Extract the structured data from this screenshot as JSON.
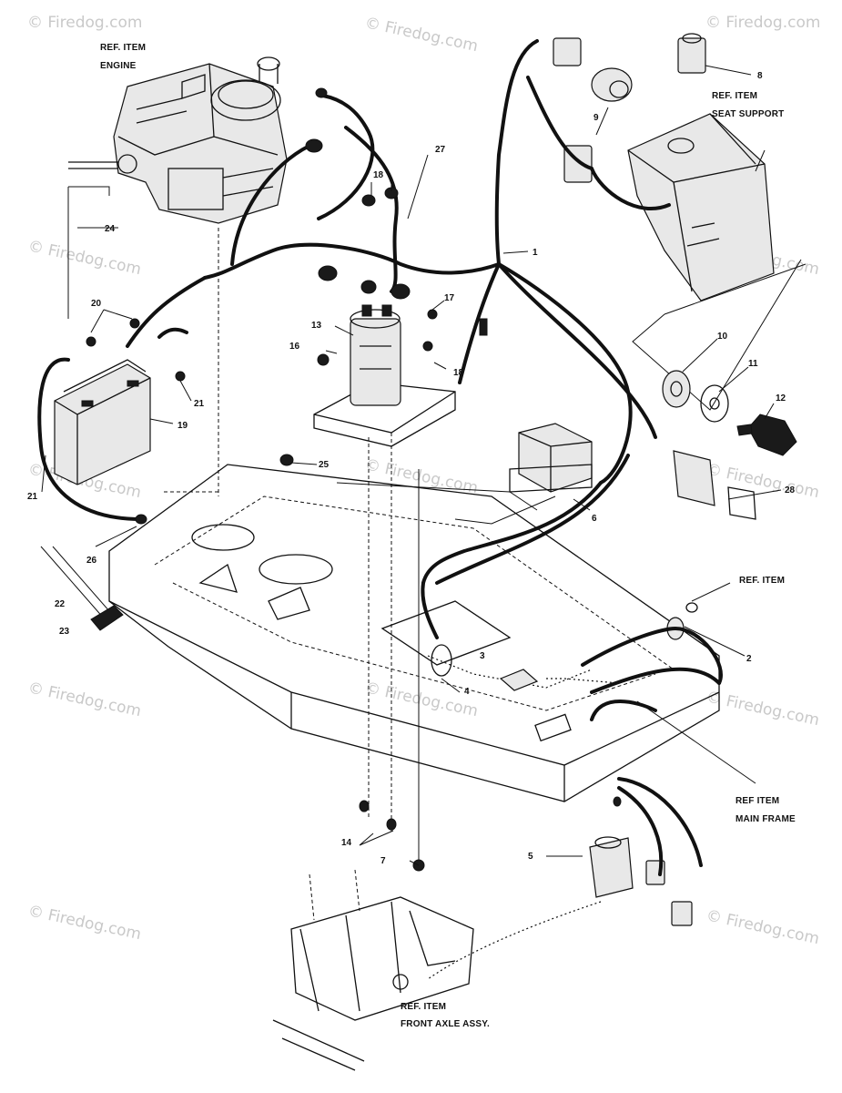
{
  "diagram": {
    "callouts": [
      {
        "id": "1",
        "text": "1"
      },
      {
        "id": "2",
        "text": "2"
      },
      {
        "id": "3",
        "text": "3"
      },
      {
        "id": "4",
        "text": "4"
      },
      {
        "id": "5",
        "text": "5"
      },
      {
        "id": "6",
        "text": "6"
      },
      {
        "id": "7",
        "text": "7"
      },
      {
        "id": "8",
        "text": "8"
      },
      {
        "id": "9",
        "text": "9"
      },
      {
        "id": "10",
        "text": "10"
      },
      {
        "id": "11",
        "text": "11"
      },
      {
        "id": "12",
        "text": "12"
      },
      {
        "id": "13",
        "text": "13"
      },
      {
        "id": "14",
        "text": "14"
      },
      {
        "id": "16",
        "text": "16"
      },
      {
        "id": "17",
        "text": "17"
      },
      {
        "id": "18a",
        "text": "18"
      },
      {
        "id": "18b",
        "text": "18"
      },
      {
        "id": "19",
        "text": "19"
      },
      {
        "id": "20",
        "text": "20"
      },
      {
        "id": "21a",
        "text": "21"
      },
      {
        "id": "21b",
        "text": "21"
      },
      {
        "id": "22",
        "text": "22"
      },
      {
        "id": "23",
        "text": "23"
      },
      {
        "id": "24",
        "text": "24"
      },
      {
        "id": "25",
        "text": "25"
      },
      {
        "id": "26",
        "text": "26"
      },
      {
        "id": "27",
        "text": "27"
      },
      {
        "id": "28",
        "text": "28"
      }
    ],
    "ref_items": {
      "engine": {
        "line1": "REF. ITEM",
        "line2": "ENGINE"
      },
      "seat_support": {
        "line1": "REF. ITEM",
        "line2": "SEAT SUPPORT"
      },
      "ref_item": {
        "line1": "REF. ITEM"
      },
      "main_frame": {
        "line1": "REF ITEM",
        "line2": "MAIN FRAME"
      },
      "front_axle": {
        "line1": "REF. ITEM",
        "line2": "FRONT AXLE ASSY."
      }
    },
    "watermark": "© Firedog.com"
  }
}
